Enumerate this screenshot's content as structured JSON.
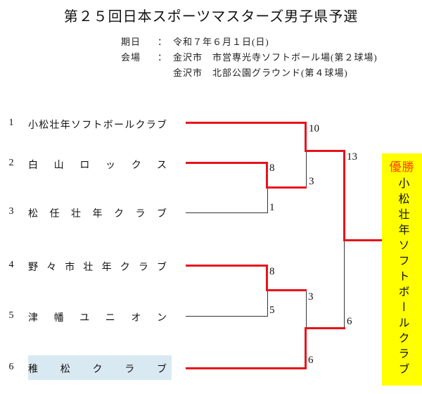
{
  "title": "第２５回日本スポーツマスターズ男子県予選",
  "info": {
    "date_label": "期日",
    "colon": "：",
    "date_value": "令和７年６月１日(日)",
    "venue_label": "会場",
    "venue_line1": "金沢市　市営専光寺ソフトボール場(第２球場)",
    "venue_line2": "金沢市　北部公園グラウンド(第４球場)"
  },
  "teams": [
    {
      "seed": "1",
      "name": "小松壮年ソフトボールクラブ",
      "highlighted": false
    },
    {
      "seed": "2",
      "name": "白山ロックス",
      "highlighted": false
    },
    {
      "seed": "3",
      "name": "松任壮年クラブ",
      "highlighted": false
    },
    {
      "seed": "4",
      "name": "野々市壮年クラブ",
      "highlighted": false
    },
    {
      "seed": "5",
      "name": "津幡ユニオン",
      "highlighted": false
    },
    {
      "seed": "6",
      "name": "稚松クラブ",
      "highlighted": true
    }
  ],
  "bracket": {
    "round1": [
      {
        "teams": [
          "白山ロックス",
          "松任壮年クラブ"
        ],
        "score": [
          "8",
          "1"
        ],
        "winner": "白山ロックス"
      },
      {
        "teams": [
          "野々市壮年クラブ",
          "津幡ユニオン"
        ],
        "score": [
          "8",
          "5"
        ],
        "winner": "野々市壮年クラブ"
      }
    ],
    "semifinals": [
      {
        "teams": [
          "小松壮年ソフトボールクラブ",
          "白山ロックス"
        ],
        "score": [
          "10",
          "3"
        ],
        "winner": "小松壮年ソフトボールクラブ"
      },
      {
        "teams": [
          "野々市壮年クラブ",
          "稚松クラブ"
        ],
        "score": [
          "3",
          "6"
        ],
        "winner": "稚松クラブ"
      }
    ],
    "final": {
      "teams": [
        "小松壮年ソフトボールクラブ",
        "稚松クラブ"
      ],
      "score": [
        "13",
        "6"
      ],
      "winner": "小松壮年ソフトボールクラブ"
    }
  },
  "champion": {
    "label": "優勝",
    "name": "小松壮年ソフトボールクラブ"
  },
  "colors": {
    "winner_path": "#e8131a",
    "loser_path": "#333333",
    "champion_box_bg": "#ffff00",
    "champion_label": "#ff4000",
    "team_highlight_bg": "#d8e9f2"
  }
}
